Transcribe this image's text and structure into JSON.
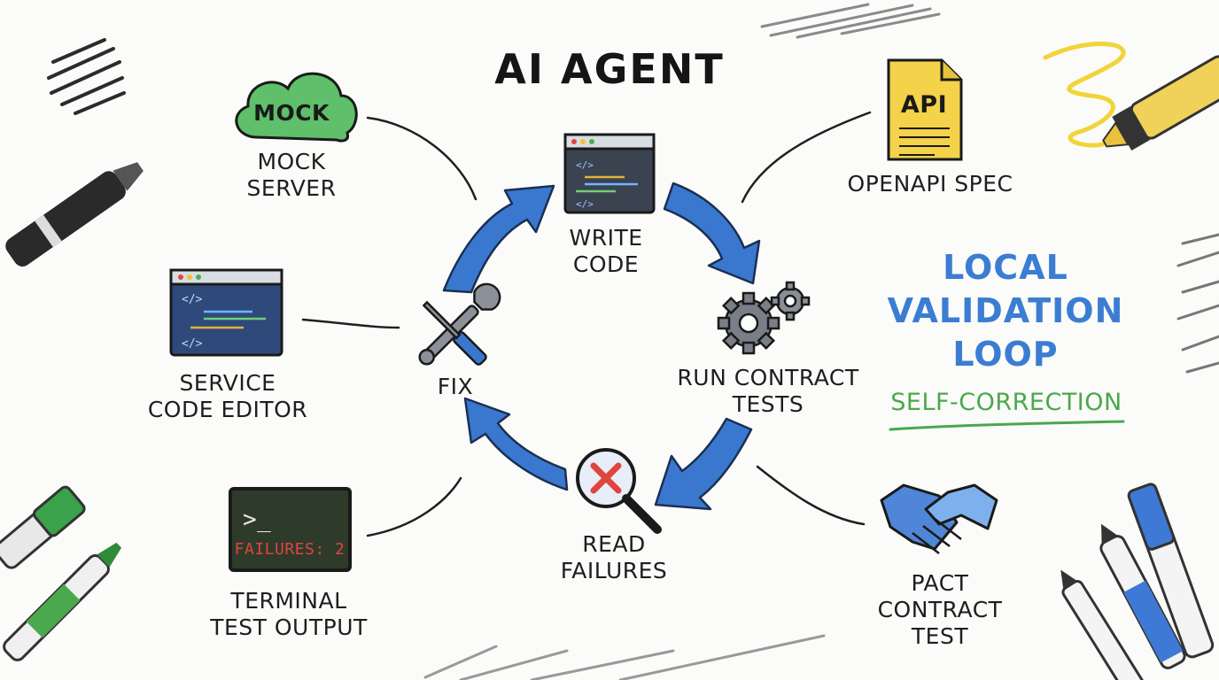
{
  "title": "AI AGENT",
  "loop_steps": {
    "write_code": [
      "WRITE",
      "CODE"
    ],
    "run_tests": [
      "RUN CONTRACT",
      "TESTS"
    ],
    "read_failures": [
      "READ",
      "FAILURES"
    ],
    "fix": "FIX"
  },
  "tools": {
    "mock_server": {
      "icon_text": "MOCK",
      "label": [
        "MOCK",
        "SERVER"
      ]
    },
    "openapi_spec": {
      "icon_text": "API",
      "label": "OPENAPI SPEC"
    },
    "code_editor": {
      "label": [
        "SERVICE",
        "CODE EDITOR"
      ]
    },
    "terminal": {
      "prompt": ">_",
      "output": "FAILURES: 2",
      "label": [
        "TERMINAL",
        "TEST OUTPUT"
      ]
    },
    "pact": {
      "label": [
        "PACT",
        "CONTRACT",
        "TEST"
      ]
    }
  },
  "side_note": {
    "heading": [
      "LOCAL",
      "VALIDATION",
      "LOOP"
    ],
    "subheading": "SELF-CORRECTION"
  },
  "colors": {
    "arrow_blue": "#3a78d0",
    "cloud_green": "#5fbf6a",
    "doc_yellow": "#f4d24a",
    "handshake_blue": "#4f86d8",
    "accent_text_blue": "#3b7dd2",
    "accent_text_green": "#4aa84a",
    "error_red": "#e0443e"
  }
}
